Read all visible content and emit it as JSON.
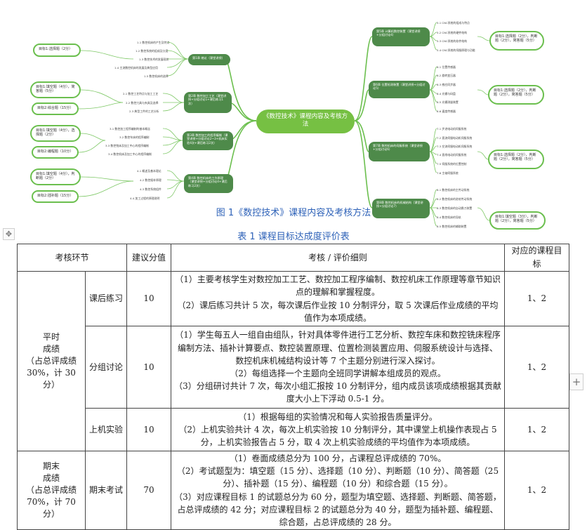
{
  "mindmap": {
    "center": "《数控技术》课程内容及考核方法",
    "figure_caption": "图 1《数控技术》课程内容及考核方法",
    "left_chapters": [
      {
        "label": "第1章 绪论（课堂讲授）",
        "leaves": [
          "1.1 数控机床的产生及特点",
          "1.2 数控系统的组成及分类",
          "1.3 数控技术的发展现状",
          "1.4 主流数控机床的发展及典型应用",
          "1.5 数控机床的选择"
        ],
        "goals": [
          "目标1:选择题（2分）"
        ]
      },
      {
        "label": "第2章 数控加工工艺（课堂讲授+分组讨论1+课后练习1次）",
        "leaves": [
          "2.1 数控工艺特点与加工工艺",
          "2.2 数控刀具与夹具及选择",
          "2.3 典型工件的工艺分析"
        ],
        "goals": [
          "目标1:填空题（4分），简答题（5分）",
          "目标2:综合题（15分）"
        ]
      },
      {
        "label": "第3章 数控加工的程序编制（课堂讲授+分组讨论2~3+机床实验4次+课后练习2次）",
        "leaves": [
          "3.1 数控加工程序编制的基本概念",
          "3.2 数控车床的程序编制",
          "3.3 数控铣床及加工中心的程序编制",
          "3.4 数控机床及加工中心的程序编制"
        ],
        "goals": [
          "目标1:填空题（4分），选择题（2分）",
          "目标2:编程题（10分）"
        ]
      },
      {
        "label": "第4章 数控机床的工作原理（课堂讲授+分组讨论4+课后练习2次）",
        "leaves": [
          "4.1 概述及基本理论",
          "4.2 数控插补原理",
          "4.3 数控系统组件",
          "4.4 加工过程的原理说明"
        ],
        "goals": [
          "目标1:填空题（4分），判断题（2分）",
          "目标2:插补题（15分）"
        ]
      }
    ],
    "right_chapters": [
      {
        "label": "第5章 计算机数控装置（课堂讲授+分组讨论4）",
        "leaves": [
          "5.1 CNC系统的组成与特点",
          "5.2 CNC系统的硬件结构",
          "5.3 CNC系统的软件结构",
          "5.4 CNC系统的伺服原理与功能"
        ],
        "goals": [
          "目标1:选择题（2分），判断题（2分），简答题（5分）"
        ]
      },
      {
        "label": "第6章 位置检测装置（课堂讲授+分组讨论5）",
        "leaves": [
          "6.1 位置传感器",
          "6.2 旋转变压器",
          "6.3 感应同步器",
          "6.4 光栅与码盘",
          "6.5 光栅测量装置",
          "6.6 速度传感器"
        ],
        "goals": [
          "目标1:选择题（2分），判断题（2分），简答题（5分）"
        ]
      },
      {
        "label": "第7章 数控机床的伺服系统（课堂讲授+分组讨论6）",
        "leaves": [
          "7.1 步进电动机伺服系统",
          "7.2 直流伺服电动机伺服系统",
          "7.3 交流伺服电动机伺服系统",
          "7.4 直线电动机伺服系统",
          "7.5 伺服系统的位置控制",
          "7.6 主轴伺服系统"
        ],
        "goals": [
          "目标1:选择题（2分），判断题（2分），简答题（5分）"
        ]
      },
      {
        "label": "第8章 数控机床的机械结构（课堂讲授+分组讨论7）",
        "leaves": [
          "8.1 数控机床的主传动系统",
          "8.2 数控机床的进给传动系统",
          "8.3 数控机床的自动换刀装置",
          "8.4 数控机床的导轨",
          "8.5 数控机床的辅助装置"
        ],
        "goals": [
          "目标1:填空题（3分），判断题（2分），简答题（5分）"
        ]
      }
    ]
  },
  "table": {
    "caption": "表 1 课程目标达成度评价表",
    "headers": [
      "考核环节",
      "建议分值",
      "考核 / 评价细则",
      "对应的课程目标"
    ],
    "group1": {
      "label": "平时\n成绩\n（占总评成绩\n30%，计 30 分）"
    },
    "group2": {
      "label": "期末\n成绩\n（占总评成绩\n70%，计 70 分）"
    },
    "rows": [
      {
        "item": "课后练习",
        "score": "10",
        "target": "1、2",
        "details": [
          "（1）主要考核学生对数控加工工艺、数控加工程序编制、数控机床工作原理等章节知识点的理解和掌握程度。",
          "（2）课后练习共计 5 次，每次课后作业按 10 分制评分，取 5 次课后作业成绩的平均值作为本项成绩。"
        ]
      },
      {
        "item": "分组讨论",
        "score": "10",
        "target": "1、2",
        "details": [
          "（1）学生每五人一组自由组队，针对具体零件进行工艺分析、数控车床和数控铣床程序编制方法、插补计算要点、数控装置原理、位置检测装置应用、伺服系统设计与选择、数控机床机械结构设计等 7 个主题分别进行深入探讨。",
          "（2）每组选择一个主题向全班同学讲解本组成员的观点。",
          "（3）分组研讨共计 7 次，每次小组汇报按 10 分制评分，组内成员该项成绩根据其贡献度大小上下浮动 0.5-1 分。"
        ]
      },
      {
        "item": "上机实验",
        "score": "10",
        "target": "1、2",
        "details": [
          "（1）根据每组的实验情况和每人实验报告质量评分。",
          "（2）上机实验共计 4 次，每次上机实验按 10 分制评分，其中课堂上机操作表现占 5 分，上机实验报告占 5 分，取 4 次上机实验成绩的平均值作为本项成绩。"
        ]
      },
      {
        "item": "期末考试",
        "score": "70",
        "target": "1、2",
        "details": [
          "（1）卷面成绩总分为 100 分，占课程总评成绩的 70%。",
          "（2）考试题型为：填空题（15 分）、选择题（10 分）、判断题（10 分）、简答题（25 分）、插补题（15 分）、编程题（10 分）和综合题（15 分）。",
          "（3）对应课程目标 1 的试题总分为 60 分，题型为填空题、选择题、判断题、简答题，占总评成绩的 42 分；对应课程目标 2 的试题总分为 40 分，题型为插补题、编程题、综合题，占总评成绩的 28 分。"
        ]
      }
    ]
  }
}
